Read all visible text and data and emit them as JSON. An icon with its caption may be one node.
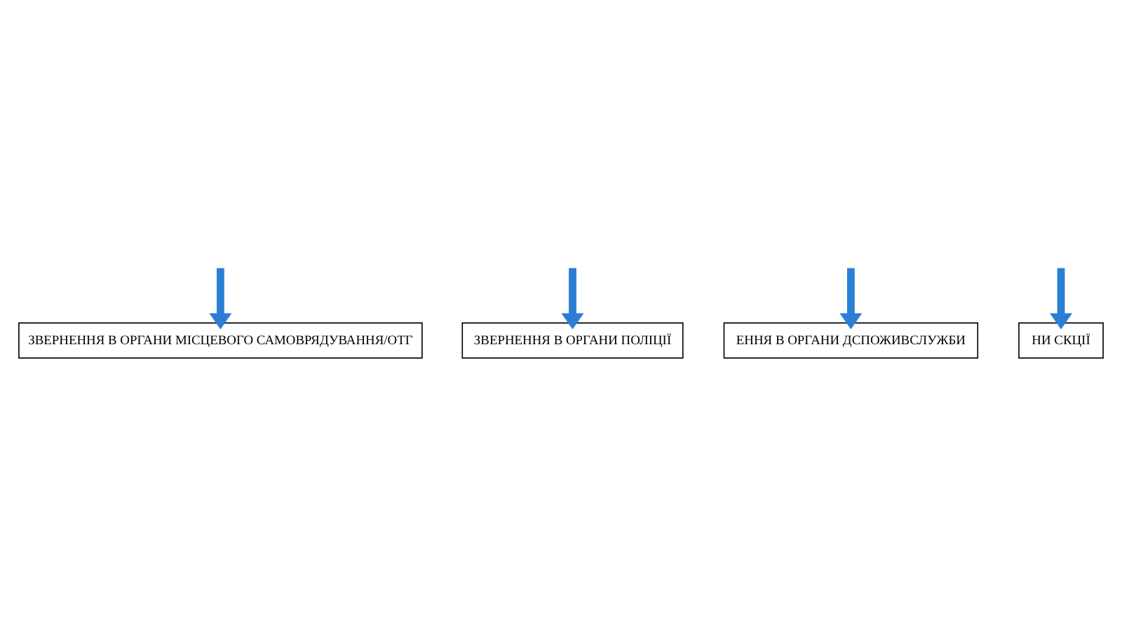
{
  "diagram": {
    "nodes": [
      {
        "text": [
          "ЗВЕРНЕННЯ В ОРГАНИ МІСЦЕВОГО САМОВРЯДУВАННЯ/ОТГ"
        ]
      },
      {
        "text": [
          "ЗВЕРНЕННЯ В ОРГАНИ ПОЛІЦІЇ"
        ]
      },
      {
        "text": [
          "ЕННЯ В ОРГАНИ ДСПОЖИВСЛУЖБИ"
        ]
      },
      {
        "text": [
          "НИ СКЦІЇ"
        ]
      }
    ],
    "edges": [
      {
        "from": null,
        "to": 0,
        "arrow": "to"
      },
      {
        "from": null,
        "to": 1,
        "arrow": "to"
      },
      {
        "from": null,
        "to": 2,
        "arrow": "to"
      },
      {
        "from": null,
        "to": 3,
        "arrow": "to"
      }
    ]
  }
}
